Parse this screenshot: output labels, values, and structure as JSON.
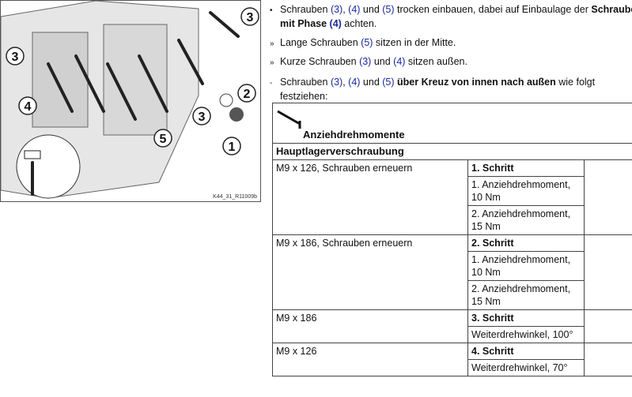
{
  "figure": {
    "caption": "K44_31_R11009b",
    "callouts": [
      "1",
      "2",
      "3",
      "3",
      "3",
      "4",
      "5"
    ]
  },
  "instructions": [
    {
      "marker": "•",
      "parts": [
        {
          "t": "Schrauben "
        },
        {
          "t": "(3)",
          "link": true
        },
        {
          "t": ", "
        },
        {
          "t": "(4)",
          "link": true
        },
        {
          "t": " und "
        },
        {
          "t": "(5)",
          "link": true
        },
        {
          "t": " trocken einbauen, dabei auf Einbaulage der "
        },
        {
          "t": "Schrauben",
          "bold": true
        }
      ],
      "line2": [
        {
          "t": "mit Phase ",
          "bold": true
        },
        {
          "t": "(4)",
          "bold": true,
          "link": true
        },
        {
          "t": " achten."
        }
      ]
    },
    {
      "marker": "»",
      "parts": [
        {
          "t": "Lange Schrauben "
        },
        {
          "t": "(5)",
          "link": true
        },
        {
          "t": " sitzen in der Mitte."
        }
      ]
    },
    {
      "marker": "»",
      "parts": [
        {
          "t": "Kurze Schrauben "
        },
        {
          "t": "(3)",
          "link": true
        },
        {
          "t": " und "
        },
        {
          "t": "(4)",
          "link": true
        },
        {
          "t": " sitzen außen."
        }
      ]
    },
    {
      "marker": "-",
      "parts": [
        {
          "t": "Schrauben "
        },
        {
          "t": "(3)",
          "link": true
        },
        {
          "t": ", "
        },
        {
          "t": "(4)",
          "link": true
        },
        {
          "t": " und "
        },
        {
          "t": "(5)",
          "link": true
        },
        {
          "t": " "
        },
        {
          "t": "über Kreuz von innen nach außen",
          "bold": true
        },
        {
          "t": " wie folgt"
        }
      ],
      "line2": [
        {
          "t": "festziehen:"
        }
      ]
    }
  ],
  "table": {
    "title": "Anziehdrehmomente",
    "section": "Hauptlagerverschraubung",
    "groups": [
      {
        "label": "M9 x 126, Schrauben erneuern",
        "step": "1. Schritt",
        "values": [
          "1. Anziehdrehmoment, 10 Nm",
          "2. Anziehdrehmoment, 15 Nm"
        ]
      },
      {
        "label": "M9 x 186, Schrauben erneuern",
        "step": "2. Schritt",
        "values": [
          "1. Anziehdrehmoment, 10 Nm",
          "2. Anziehdrehmoment, 15 Nm"
        ]
      },
      {
        "label": "M9 x 186",
        "step": "3. Schritt",
        "values": [
          "Weiterdrehwinkel, 100°"
        ]
      },
      {
        "label": "M9 x 126",
        "step": "4. Schritt",
        "values": [
          "Weiterdrehwinkel, 70°"
        ]
      }
    ]
  }
}
